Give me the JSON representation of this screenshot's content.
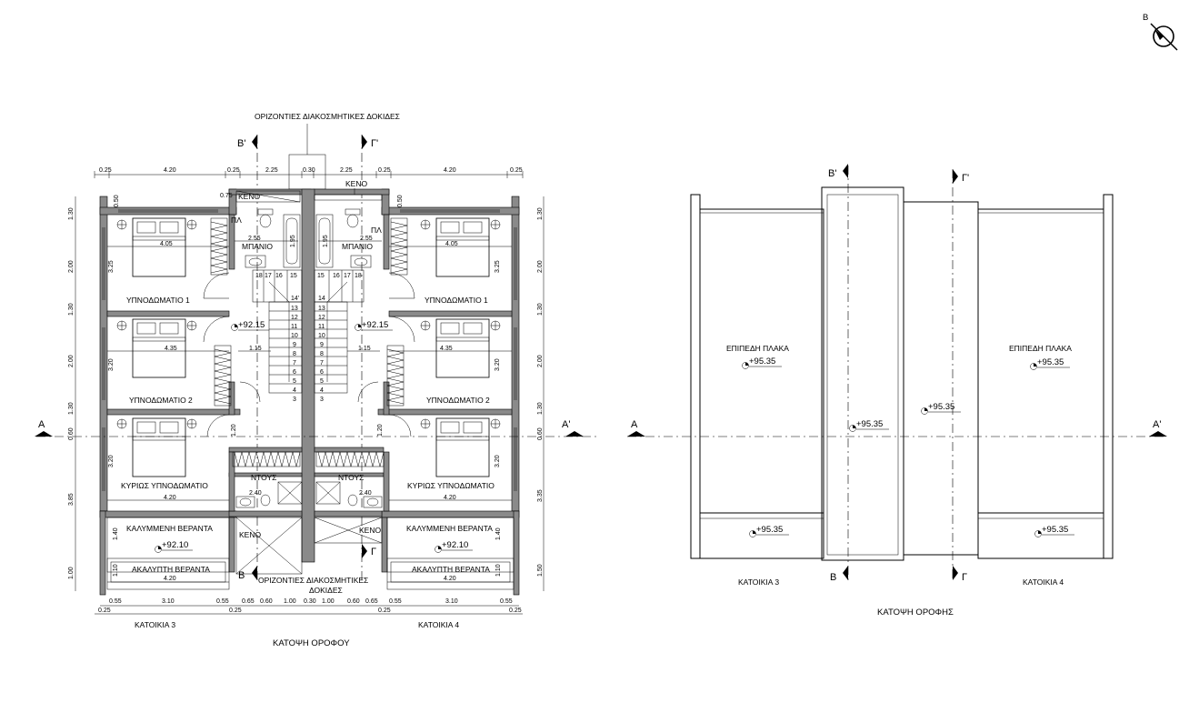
{
  "north": {
    "label": "Β"
  },
  "floor_plan": {
    "title": "ΚΑΤΟΨΗ ΟΡΟΦΟΥ",
    "beams_top": "ΟΡΙΖΟΝΤΙΕΣ ΔΙΑΚΟΣΜΗΤΙΚΕΣ ΔΟΚΙΔΕΣ",
    "beams_bottom_1": "ΟΡΙΖΟΝΤΙΕΣ ΔΙΑΚΟΣΜΗΤΙΚΕΣ",
    "beams_bottom_2": "ΔΟΚΙΔΕΣ",
    "section_b": "Β'",
    "section_b_bottom": "Β",
    "section_g": "Γ'",
    "section_g_bottom": "Γ",
    "section_a_left": "Α",
    "section_a_right": "Α'",
    "void": "ΚΕΝΟ",
    "bathroom": "ΜΠΑΝΙΟ",
    "shower": "ΝΤΟΥΣ",
    "closet": "ΠΛ",
    "bedroom1": "ΥΠΝΟΔΩΜΑΤΙΟ 1",
    "bedroom2": "ΥΠΝΟΔΩΜΑΤΙΟ 2",
    "master": "ΚΥΡΙΩΣ ΥΠΝΟΔΩΜΑΤΙΟ",
    "covered_veranda": "ΚΑΛΥΜΜΕΝΗ ΒΕΡΑΝΤΑ",
    "open_veranda": "ΑΚΑΛΥΠΤΗ ΒΕΡΑΝΤΑ",
    "level_floor": "+92.15",
    "level_veranda": "+92.10",
    "house_left": "ΚΑΤΟΙΚΙΑ 3",
    "house_right": "ΚΑΤΟΙΚΙΑ 4",
    "top_dims": [
      "0.25",
      "4.20",
      "0.25",
      "2.25",
      "0.30",
      "2.25",
      "0.25",
      "4.20",
      "0.25"
    ],
    "bottom_dims_1": [
      "0.55",
      "3.10",
      "0.55",
      "0.65",
      "0.60",
      "1.00",
      "0.30",
      "1.00",
      "0.60",
      "0.65",
      "0.55",
      "3.10",
      "0.55"
    ],
    "bottom_dims_2": [
      "0.25",
      "0.25",
      "0.25",
      "0.25"
    ],
    "left_dims": [
      "1.30",
      "2.00",
      "1.30",
      "2.00",
      "1.30",
      "0.60",
      "3.85",
      "1.00"
    ],
    "right_dims": [
      "1.30",
      "2.00",
      "1.30",
      "2.00",
      "1.30",
      "0.60",
      "3.35",
      "1.50"
    ],
    "room_dims": {
      "d405": "4.05",
      "d435": "4.35",
      "d420": "4.20",
      "d325": "3.25",
      "d320": "3.20",
      "d255": "2.55",
      "d195": "1.95",
      "d115": "1.15",
      "d120": "1.20",
      "d240": "2.40",
      "d140": "1.40",
      "d110": "1.10",
      "d075": "0.75",
      "d050": "0.50",
      "d130": "1.30",
      "d150": "1.50",
      "d14": "14'"
    },
    "stairs_left": [
      "18",
      "17",
      "16",
      "15",
      "14'",
      "13",
      "12",
      "11",
      "10",
      "9",
      "8",
      "7",
      "6",
      "5",
      "4",
      "3"
    ],
    "stairs_right": [
      "15",
      "16",
      "17",
      "18",
      "14",
      "13",
      "12",
      "11",
      "10",
      "9",
      "8",
      "7",
      "6",
      "5",
      "4",
      "3"
    ]
  },
  "roof_plan": {
    "title": "ΚΑΤΟΨΗ ΟΡΟΦΗΣ",
    "flat_slab": "ΕΠΙΠΕΔΗ ΠΛΑΚΑ",
    "level": "+95.35",
    "section_b": "Β'",
    "section_b_bottom": "Β",
    "section_g": "Γ'",
    "section_g_bottom": "Γ",
    "section_a_left": "Α",
    "section_a_right": "Α'",
    "house_left": "ΚΑΤΟΙΚΙΑ 3",
    "house_right": "ΚΑΤΟΙΚΙΑ 4"
  }
}
